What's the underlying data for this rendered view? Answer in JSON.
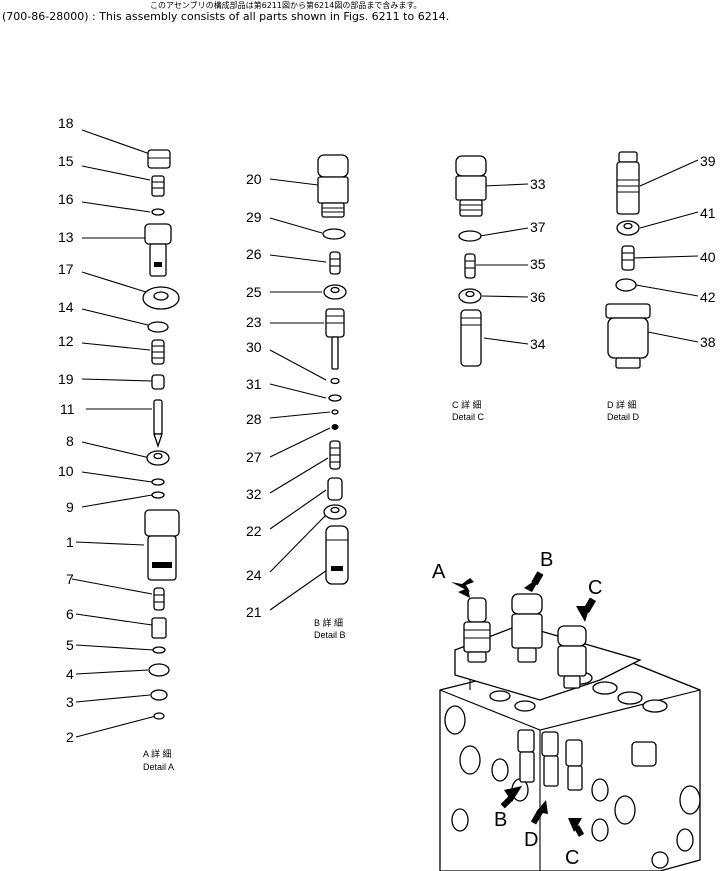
{
  "header": {
    "japanese": "このアセンブリの構成部品は第6211図から第6214図の部品まで含みます。",
    "english": "(700-86-28000) : This assembly consists of all parts shown in Figs. 6211 to 6214."
  },
  "detail_a": {
    "labels": [
      "18",
      "15",
      "16",
      "13",
      "17",
      "14",
      "12",
      "19",
      "11",
      "8",
      "10",
      "9",
      "1",
      "7",
      "6",
      "5",
      "4",
      "3",
      "2"
    ],
    "caption_ja": "A 詳 細",
    "caption_en": "Detail A"
  },
  "detail_b": {
    "labels": [
      "20",
      "29",
      "26",
      "25",
      "23",
      "30",
      "31",
      "28",
      "27",
      "32",
      "22",
      "24",
      "21"
    ],
    "caption_ja": "B 詳 細",
    "caption_en": "Detail B"
  },
  "detail_c": {
    "labels": [
      "33",
      "37",
      "35",
      "36",
      "34"
    ],
    "caption_ja": "C 詳 細",
    "caption_en": "Detail C"
  },
  "detail_d": {
    "labels": [
      "39",
      "41",
      "40",
      "42",
      "38"
    ],
    "caption_ja": "D 詳 細",
    "caption_en": "Detail D"
  },
  "assembly": {
    "letters": [
      "A",
      "B",
      "C",
      "B",
      "D",
      "C"
    ]
  }
}
